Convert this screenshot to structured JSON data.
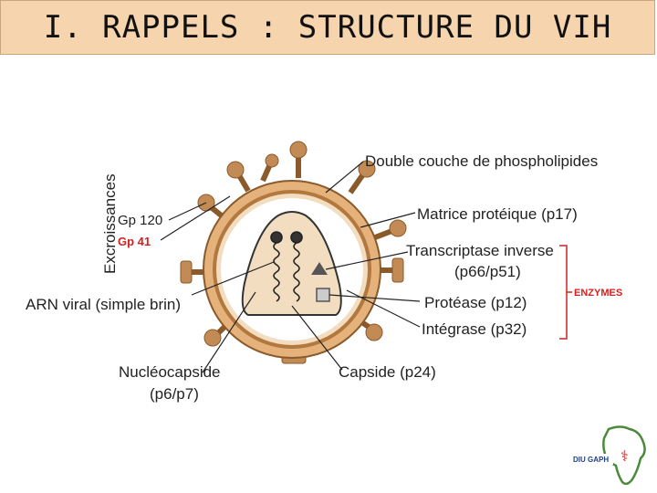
{
  "title": "I. RAPPELS : STRUCTURE DU VIH",
  "labels": {
    "excroissances": "Excroissances",
    "gp120": "Gp 120",
    "gp41": "Gp 41",
    "arn": "ARN viral (simple brin)",
    "nucleocapside": "Nucléocapside",
    "nucleocapside_p": "(p6/p7)",
    "capside": "Capside (p24)",
    "double_couche": "Double couche de phospholipides",
    "matrice": "Matrice protéique (p17)",
    "transcriptase": "Transcriptase inverse",
    "transcriptase_p": "(p66/p51)",
    "protease": "Protéase (p12)",
    "integrase": "Intégrase (p32)",
    "enzymes": "ENZYMES"
  },
  "logo": {
    "text": "DIU GAPH"
  },
  "colors": {
    "title_bg": "#f5d4ae",
    "virus_tan": "#e4b27a",
    "virus_brown": "#b3783e",
    "enzyme_red": "#d42020"
  }
}
